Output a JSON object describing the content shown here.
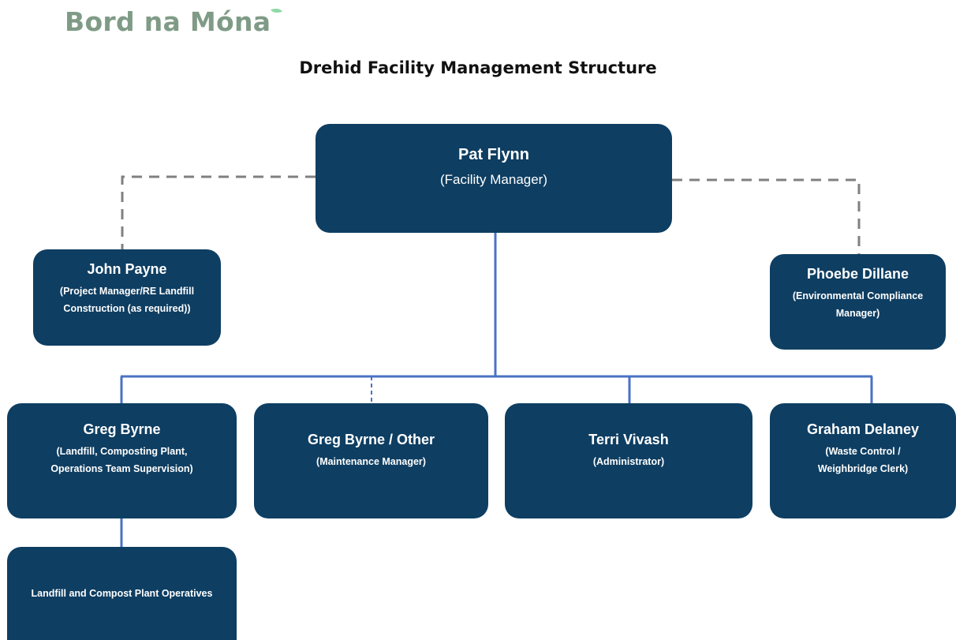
{
  "logo": {
    "text": "Bord na Móna",
    "color": "#7f9b86",
    "accent_color": "#8fd9a6"
  },
  "title": "Drehid Facility Management Structure",
  "colors": {
    "box_fill": "#0e3e62",
    "box_text": "#ffffff",
    "solid_line": "#4a72c4",
    "dashed_line": "#808080"
  },
  "nodes": {
    "facility_manager": {
      "name": "Pat Flynn",
      "role": "(Facility Manager)"
    },
    "project_manager": {
      "name": "John Payne",
      "role": "(Project Manager/RE Landfill\nConstruction (as required))"
    },
    "compliance_manager": {
      "name": "Phoebe Dillane",
      "role": "(Environmental Compliance\nManager)"
    },
    "supervisor": {
      "name": "Greg Byrne",
      "role": "(Landfill, Composting Plant,\nOperations Team Supervision)"
    },
    "maintenance_manager": {
      "name": "Greg Byrne / Other",
      "role": "(Maintenance Manager)"
    },
    "administrator": {
      "name": "Terri Vivash",
      "role": "(Administrator)"
    },
    "waste_control": {
      "name": "Graham Delaney",
      "role": "(Waste Control /\nWeighbridge Clerk)"
    },
    "operatives": {
      "role": "Landfill and Compost Plant Operatives"
    }
  }
}
